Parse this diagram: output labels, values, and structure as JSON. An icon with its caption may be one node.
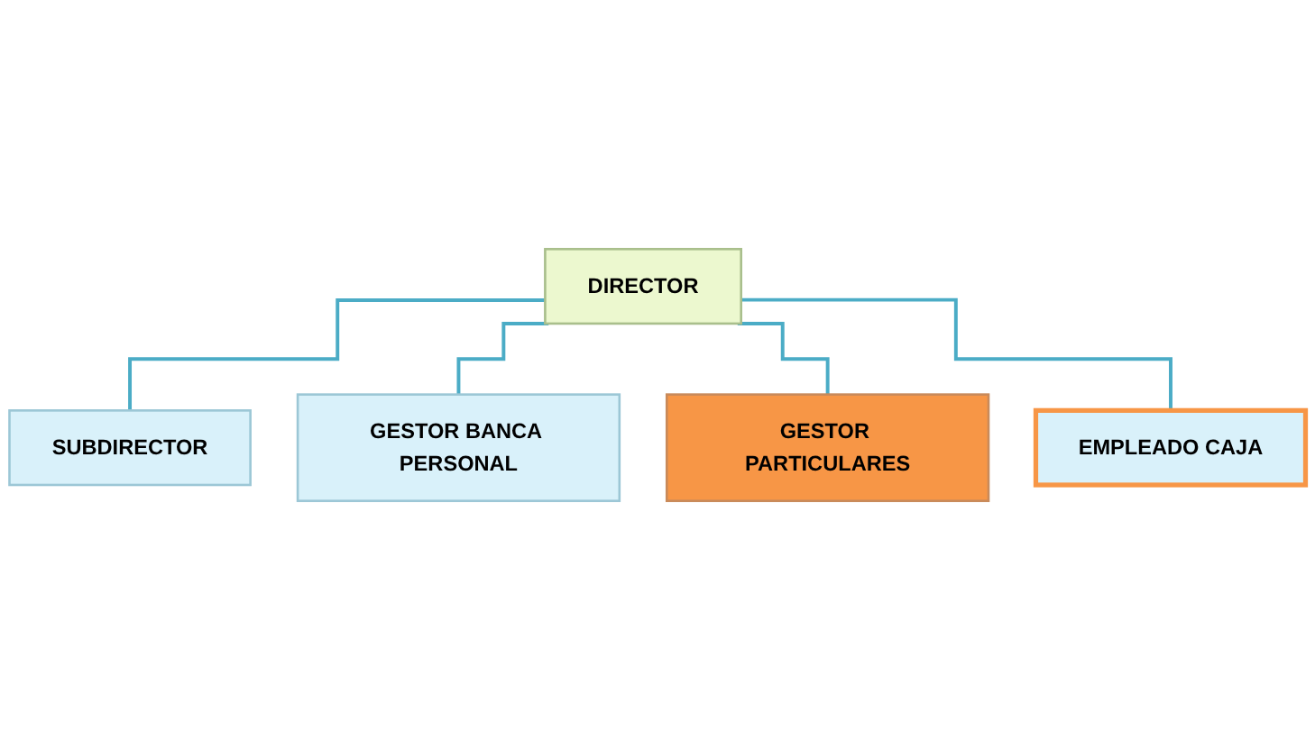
{
  "diagram": {
    "nodes": [
      {
        "text": [
          "DIRECTOR"
        ]
      },
      {
        "text": [
          "SUBDIRECTOR"
        ]
      },
      {
        "text": [
          "GESTOR BANCA PERSONAL"
        ]
      },
      {
        "text": [
          "GESTOR PARTICULARES"
        ]
      },
      {
        "text": [
          "EMPLEADO CAJA"
        ]
      }
    ],
    "edges": [
      {
        "from": 0,
        "to": 1,
        "arrow": "none"
      },
      {
        "from": 0,
        "to": 2,
        "arrow": "none"
      },
      {
        "from": 0,
        "to": 3,
        "arrow": "none"
      },
      {
        "from": 0,
        "to": 4,
        "arrow": "none"
      }
    ]
  }
}
